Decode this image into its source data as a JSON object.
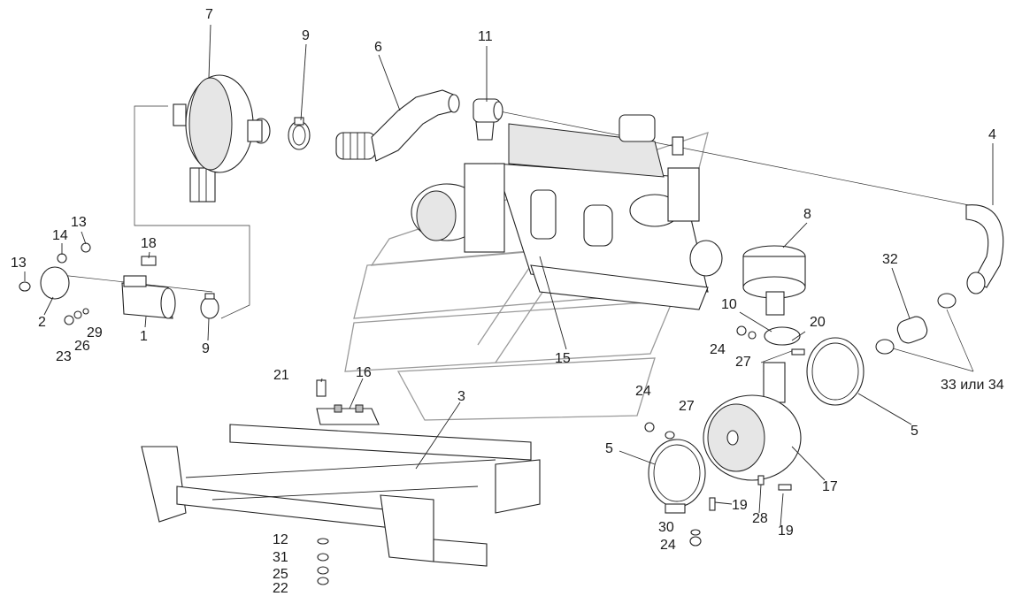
{
  "diagram": {
    "callouts": [
      {
        "id": "c7",
        "text": "7"
      },
      {
        "id": "c9a",
        "text": "9"
      },
      {
        "id": "c6",
        "text": "6"
      },
      {
        "id": "c11",
        "text": "11"
      },
      {
        "id": "c4",
        "text": "4"
      },
      {
        "id": "c8",
        "text": "8"
      },
      {
        "id": "c32",
        "text": "32"
      },
      {
        "id": "c13a",
        "text": "13"
      },
      {
        "id": "c14",
        "text": "14"
      },
      {
        "id": "c13b",
        "text": "13"
      },
      {
        "id": "c18",
        "text": "18"
      },
      {
        "id": "c2",
        "text": "2"
      },
      {
        "id": "c1",
        "text": "1"
      },
      {
        "id": "c29",
        "text": "29"
      },
      {
        "id": "c26",
        "text": "26"
      },
      {
        "id": "c23",
        "text": "23"
      },
      {
        "id": "c9b",
        "text": "9"
      },
      {
        "id": "c10",
        "text": "10"
      },
      {
        "id": "c20",
        "text": "20"
      },
      {
        "id": "c24a",
        "text": "24"
      },
      {
        "id": "c27a",
        "text": "27"
      },
      {
        "id": "c15",
        "text": "15"
      },
      {
        "id": "c3334",
        "text": "33 или 34"
      },
      {
        "id": "c21",
        "text": "21"
      },
      {
        "id": "c16",
        "text": "16"
      },
      {
        "id": "c3",
        "text": "3"
      },
      {
        "id": "c24b",
        "text": "24"
      },
      {
        "id": "c27b",
        "text": "27"
      },
      {
        "id": "c5a",
        "text": "5"
      },
      {
        "id": "c5b",
        "text": "5"
      },
      {
        "id": "c17",
        "text": "17"
      },
      {
        "id": "c19a",
        "text": "19"
      },
      {
        "id": "c28",
        "text": "28"
      },
      {
        "id": "c19b",
        "text": "19"
      },
      {
        "id": "c30",
        "text": "30"
      },
      {
        "id": "c24c",
        "text": "24"
      },
      {
        "id": "c12",
        "text": "12"
      },
      {
        "id": "c31",
        "text": "31"
      },
      {
        "id": "c25",
        "text": "25"
      },
      {
        "id": "c22",
        "text": "22"
      }
    ],
    "colors": {
      "line": "#222222",
      "background": "#ffffff",
      "watermark": "#9a9a9a"
    }
  }
}
